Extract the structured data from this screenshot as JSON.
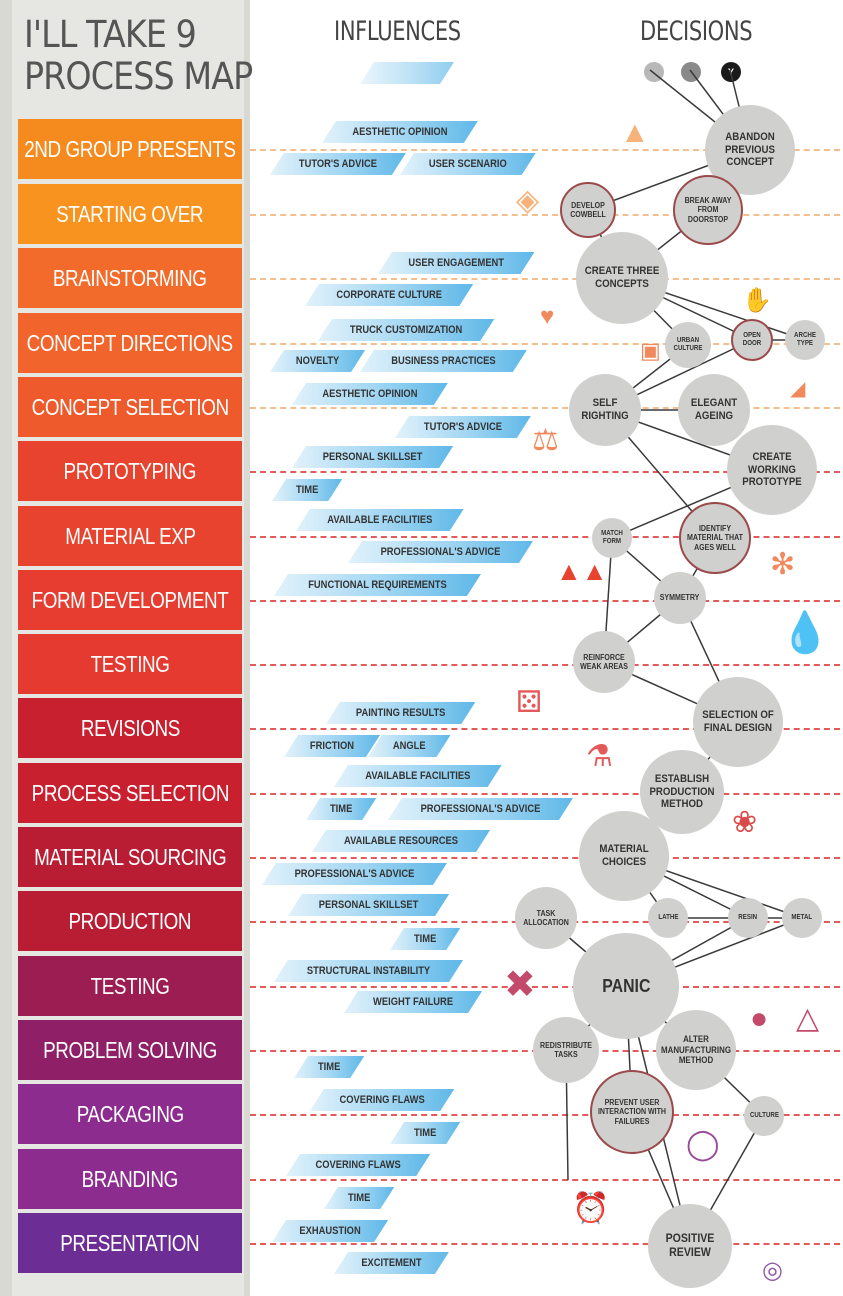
{
  "title_lines": [
    "I'LL TAKE 9",
    "PROCESS MAP"
  ],
  "headings": {
    "influences": "INFLUENCES",
    "decisions": "DECISIONS"
  },
  "decision_markers": [
    "Y"
  ],
  "stages": [
    {
      "label": "2ND GROUP PRESENTS",
      "color": "#f58a1f"
    },
    {
      "label": "STARTING OVER",
      "color": "#f7931e"
    },
    {
      "label": "BRAINSTORMING",
      "color": "#f26b2a"
    },
    {
      "label": "CONCEPT DIRECTIONS",
      "color": "#f1642b"
    },
    {
      "label": "CONCEPT SELECTION",
      "color": "#ee5a2c"
    },
    {
      "label": "PROTOTYPING",
      "color": "#e8432f"
    },
    {
      "label": "MATERIAL EXP",
      "color": "#e8432f"
    },
    {
      "label": "FORM DEVELOPMENT",
      "color": "#e73d31"
    },
    {
      "label": "TESTING",
      "color": "#e53a30"
    },
    {
      "label": "REVISIONS",
      "color": "#c8202f"
    },
    {
      "label": "PROCESS SELECTION",
      "color": "#c8202f"
    },
    {
      "label": "MATERIAL SOURCING",
      "color": "#b81d34"
    },
    {
      "label": "PRODUCTION",
      "color": "#b81d34"
    },
    {
      "label": "TESTING",
      "color": "#9b1d52"
    },
    {
      "label": "PROBLEM SOLVING",
      "color": "#8f1f66"
    },
    {
      "label": "PACKAGING",
      "color": "#8c2c8e"
    },
    {
      "label": "BRANDING",
      "color": "#8c2c8e"
    },
    {
      "label": "PRESENTATION",
      "color": "#6c2e94"
    }
  ],
  "influences": [
    "AESTHETIC OPINION",
    "TUTOR'S ADVICE",
    "USER SCENARIO",
    "USER ENGAGEMENT",
    "CORPORATE CULTURE",
    "TRUCK CUSTOMIZATION",
    "NOVELTY",
    "BUSINESS PRACTICES",
    "AESTHETIC OPINION",
    "TUTOR'S ADVICE",
    "PERSONAL SKILLSET",
    "TIME",
    "AVAILABLE FACILITIES",
    "PROFESSIONAL'S ADVICE",
    "FUNCTIONAL REQUIREMENTS",
    "PAINTING RESULTS",
    "FRICTION",
    "ANGLE",
    "AVAILABLE FACILITIES",
    "TIME",
    "PROFESSIONAL'S ADVICE",
    "AVAILABLE RESOURCES",
    "PROFESSIONAL'S ADVICE",
    "PERSONAL SKILLSET",
    "TIME",
    "STRUCTURAL INSTABILITY",
    "WEIGHT FAILURE",
    "TIME",
    "COVERING FLAWS",
    "TIME",
    "COVERING FLAWS",
    "TIME",
    "EXHAUSTION",
    "EXCITEMENT"
  ],
  "decisions": [
    "ABANDON PREVIOUS CONCEPT",
    "DEVELOP COWBELL",
    "BREAK AWAY FROM DOORSTOP",
    "CREATE THREE CONCEPTS",
    "URBAN CULTURE",
    "OPEN DOOR",
    "ARCHE TYPE",
    "SELF RIGHTING",
    "ELEGANT AGEING",
    "CREATE WORKING PROTOTYPE",
    "IDENTIFY MATERIAL THAT AGES WELL",
    "MATCH FORM",
    "SYMMETRY",
    "REINFORCE WEAK AREAS",
    "SELECTION OF FINAL DESIGN",
    "ESTABLISH PRODUCTION METHOD",
    "MATERIAL CHOICES",
    "LATHE",
    "RESIN",
    "METAL",
    "TASK ALLOCATION",
    "PANIC",
    "REDISTRIBUTE TASKS",
    "ALTER MANUFACTURING METHOD",
    "PREVENT USER INTERACTION WITH FAILURES",
    "CULTURE",
    "POSITIVE REVIEW"
  ],
  "colors": {
    "tag_dark": "#5fb8e8",
    "node_fill": "#d0d0cf",
    "row_line": "#e35a5a",
    "link_line": "#3a3a3a"
  }
}
